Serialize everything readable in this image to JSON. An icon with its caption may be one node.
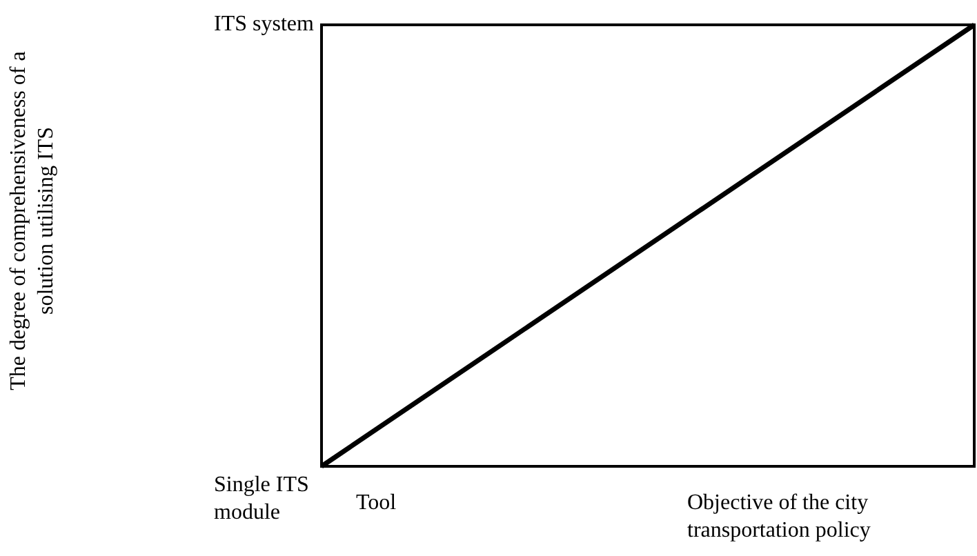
{
  "diagram": {
    "labels": [
      "ITS system",
      "The degree of comprehensiveness of a solution utilising ITS",
      "Single ITS module",
      "Tool",
      "Objective of the city transportation policy"
    ]
  }
}
